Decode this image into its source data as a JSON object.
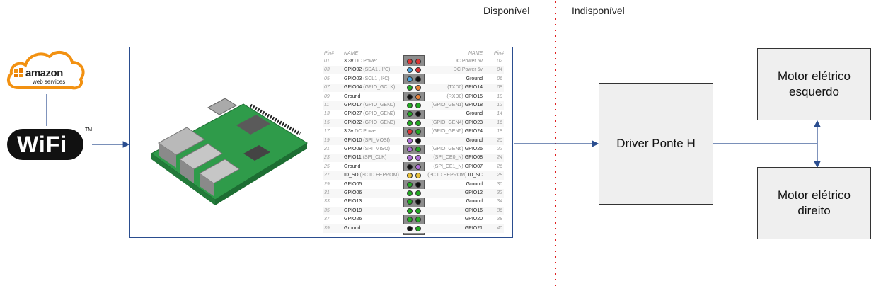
{
  "regions": {
    "left_label": "Disponível",
    "right_label": "Indisponível"
  },
  "logos": {
    "aws_line1": "amazon",
    "aws_line2": "web services",
    "wifi_text": "WiFi",
    "wifi_tm": "TM"
  },
  "boxes": {
    "driver": "Driver Ponte H",
    "motor_left": "Motor elétrico esquerdo",
    "motor_right": "Motor elétrico direito"
  },
  "pinout": {
    "header_pin": "Pin#",
    "header_name": "NAME",
    "rows": [
      {
        "lp": "01",
        "ln": "3.3v",
        "lg": " DC Power",
        "rn": "",
        "rg": "DC Power 5v",
        "rp": "02",
        "lc": "#d33",
        "rc": "#d33"
      },
      {
        "lp": "03",
        "ln": "GPIO02",
        "lg": " (SDA1 , I²C)",
        "rn": "",
        "rg": "DC Power 5v",
        "rp": "04",
        "lc": "#4aa3df",
        "rc": "#d33"
      },
      {
        "lp": "05",
        "ln": "GPIO03",
        "lg": " (SCL1 , I²C)",
        "rn": "Ground",
        "rg": "",
        "rp": "06",
        "lc": "#4aa3df",
        "rc": "#111"
      },
      {
        "lp": "07",
        "ln": "GPIO04",
        "lg": " (GPIO_GCLK)",
        "rn": "GPIO14",
        "rg": "(TXD0) ",
        "rp": "08",
        "lc": "#2a2",
        "rc": "#e8823a"
      },
      {
        "lp": "09",
        "ln": "Ground",
        "lg": "",
        "rn": "GPIO15",
        "rg": "(RXD0) ",
        "rp": "10",
        "lc": "#111",
        "rc": "#e8823a"
      },
      {
        "lp": "11",
        "ln": "GPIO17",
        "lg": " (GPIO_GEN0)",
        "rn": "GPIO18",
        "rg": "(GPIO_GEN1) ",
        "rp": "12",
        "lc": "#2a2",
        "rc": "#2a2"
      },
      {
        "lp": "13",
        "ln": "GPIO27",
        "lg": " (GPIO_GEN2)",
        "rn": "Ground",
        "rg": "",
        "rp": "14",
        "lc": "#2a2",
        "rc": "#111"
      },
      {
        "lp": "15",
        "ln": "GPIO22",
        "lg": " (GPIO_GEN3)",
        "rn": "GPIO23",
        "rg": "(GPIO_GEN4) ",
        "rp": "16",
        "lc": "#2a2",
        "rc": "#2a2"
      },
      {
        "lp": "17",
        "ln": "3.3v",
        "lg": " DC Power",
        "rn": "GPIO24",
        "rg": "(GPIO_GEN5) ",
        "rp": "18",
        "lc": "#d33",
        "rc": "#2a2"
      },
      {
        "lp": "19",
        "ln": "GPIO10",
        "lg": " (SPI_MOSI)",
        "rn": "Ground",
        "rg": "",
        "rp": "20",
        "lc": "#b06fd8",
        "rc": "#111"
      },
      {
        "lp": "21",
        "ln": "GPIO09",
        "lg": " (SPI_MISO)",
        "rn": "GPIO25",
        "rg": "(GPIO_GEN6) ",
        "rp": "22",
        "lc": "#b06fd8",
        "rc": "#2a2"
      },
      {
        "lp": "23",
        "ln": "GPIO11",
        "lg": " (SPI_CLK)",
        "rn": "GPIO08",
        "rg": "(SPI_CE0_N) ",
        "rp": "24",
        "lc": "#b06fd8",
        "rc": "#b06fd8"
      },
      {
        "lp": "25",
        "ln": "Ground",
        "lg": "",
        "rn": "GPIO07",
        "rg": "(SPI_CE1_N) ",
        "rp": "26",
        "lc": "#111",
        "rc": "#b06fd8"
      },
      {
        "lp": "27",
        "ln": "ID_SD",
        "lg": " (I²C ID EEPROM)",
        "rn": "ID_SC",
        "rg": "(I²C ID EEPROM) ",
        "rp": "28",
        "lc": "#e8c23a",
        "rc": "#e8c23a"
      },
      {
        "lp": "29",
        "ln": "GPIO05",
        "lg": "",
        "rn": "Ground",
        "rg": "",
        "rp": "30",
        "lc": "#2a2",
        "rc": "#111"
      },
      {
        "lp": "31",
        "ln": "GPIO06",
        "lg": "",
        "rn": "GPIO12",
        "rg": "",
        "rp": "32",
        "lc": "#2a2",
        "rc": "#2a2"
      },
      {
        "lp": "33",
        "ln": "GPIO13",
        "lg": "",
        "rn": "Ground",
        "rg": "",
        "rp": "34",
        "lc": "#2a2",
        "rc": "#111"
      },
      {
        "lp": "35",
        "ln": "GPIO19",
        "lg": "",
        "rn": "GPIO16",
        "rg": "",
        "rp": "36",
        "lc": "#2a2",
        "rc": "#2a2"
      },
      {
        "lp": "37",
        "ln": "GPIO26",
        "lg": "",
        "rn": "GPIO20",
        "rg": "",
        "rp": "38",
        "lc": "#2a2",
        "rc": "#2a2"
      },
      {
        "lp": "39",
        "ln": "Ground",
        "lg": "",
        "rn": "GPIO21",
        "rg": "",
        "rp": "40",
        "lc": "#111",
        "rc": "#2a2"
      }
    ]
  },
  "colors": {
    "connector": "#2a4d8f",
    "divider": "#e02020",
    "aws_orange": "#f29111"
  }
}
